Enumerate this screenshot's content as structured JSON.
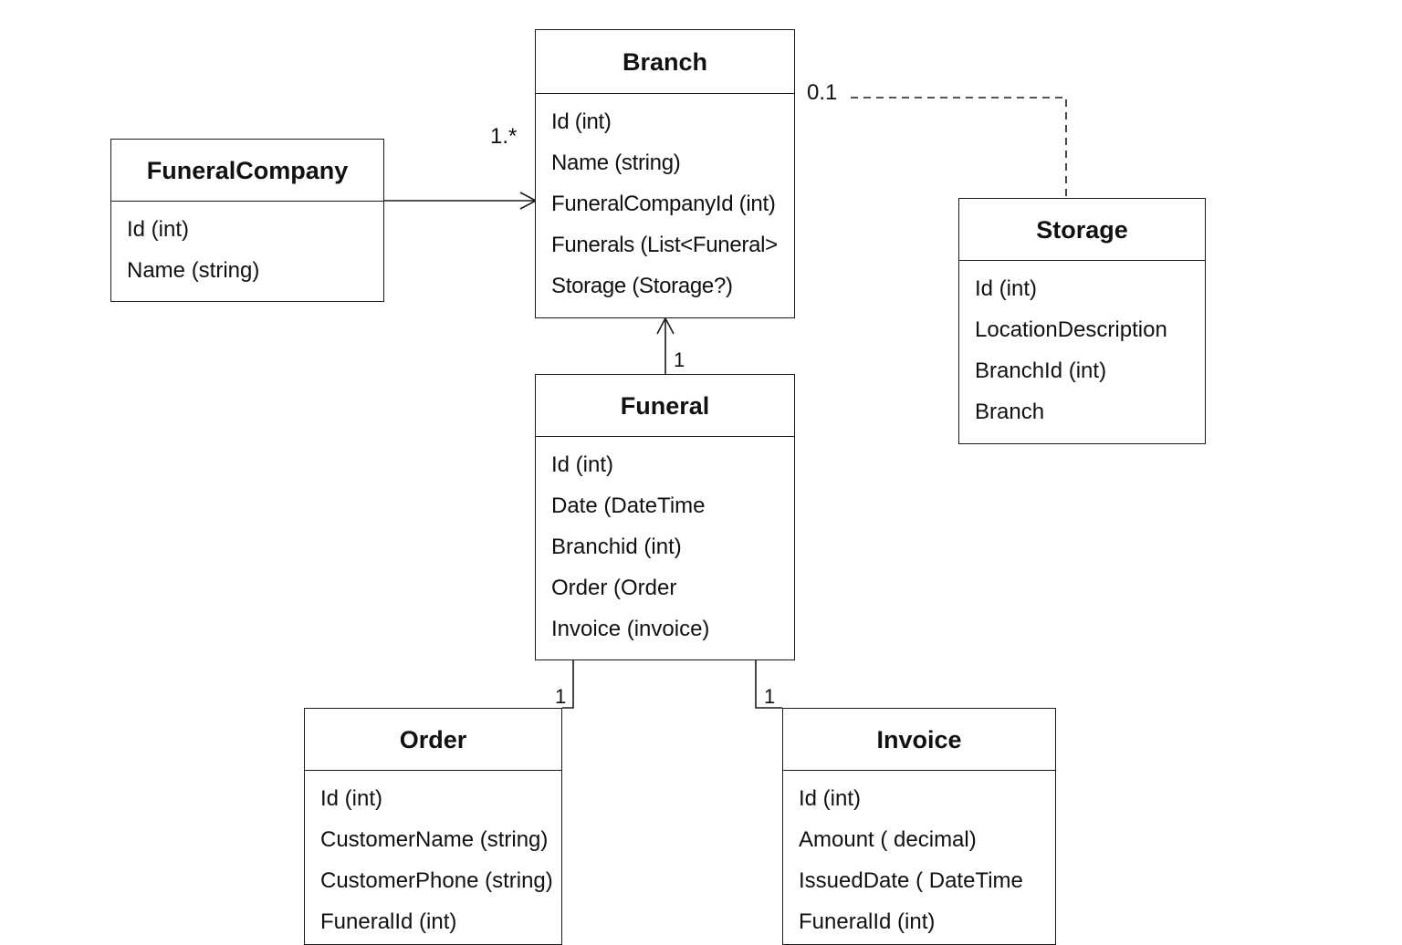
{
  "classes": {
    "funeral_company": {
      "name": "FuneralCompany",
      "attributes": [
        "Id (int)",
        "Name (string)"
      ]
    },
    "branch": {
      "name": "Branch",
      "attributes": [
        "Id (int)",
        "Name (string)",
        "FuneralCompanyId (int)",
        "Funerals (List<Funeral>",
        "Storage (Storage?)"
      ]
    },
    "storage": {
      "name": "Storage",
      "attributes": [
        "Id (int)",
        "LocationDescription",
        "BranchId (int)",
        "Branch"
      ]
    },
    "funeral": {
      "name": "Funeral",
      "attributes": [
        "Id (int)",
        "Date (DateTime",
        "Branchid (int)",
        "Order (Order",
        "Invoice (invoice)"
      ]
    },
    "order": {
      "name": "Order",
      "attributes": [
        "Id (int)",
        "CustomerName (string)",
        "CustomerPhone (string)",
        "FuneralId (int)"
      ]
    },
    "invoice": {
      "name": "Invoice",
      "attributes": [
        "Id (int)",
        "Amount ( decimal)",
        "IssuedDate ( DateTime",
        "FuneralId (int)"
      ]
    }
  },
  "relations": {
    "company_branch": {
      "multiplicity": "1.*"
    },
    "branch_storage": {
      "multiplicity": "0.1"
    },
    "funeral_branch": {
      "multiplicity": "1"
    },
    "funeral_order": {
      "multiplicity": "1"
    },
    "funeral_invoice": {
      "multiplicity": "1"
    }
  },
  "colors": {
    "line": "#1a1a1a",
    "background": "#ffffff"
  }
}
